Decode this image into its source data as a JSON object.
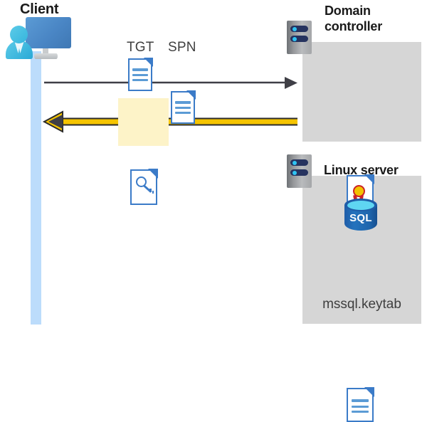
{
  "diagram": {
    "title_client": "Client",
    "title_domain_controller": "Domain controller",
    "title_linux_server": "Linux server",
    "colors": {
      "lifeline": "#bcdcfb",
      "panel_gray": "#d6d6d6",
      "highlight_yellow": "#fdf3c8",
      "arrow_gold": "#f5c400",
      "arrow_dark": "#3f3f46",
      "doc_blue": "#3b7bc8",
      "sql_blue": "#1f5da8",
      "cert_red": "#cc2127",
      "cert_gold": "#f2c200"
    }
  },
  "messages": {
    "request_labels": [
      {
        "id": "tgt",
        "label": "TGT"
      },
      {
        "id": "spn",
        "label": "SPN"
      }
    ],
    "response_label": "",
    "response_icon": "key-document-icon"
  },
  "icons": {
    "client": "user-workstation-icon",
    "domain_controller": "server-icon",
    "linux_server": "server-icon",
    "certificate": "certificate-document-icon",
    "database": "sql-database-icon",
    "keytab": "document-icon",
    "tgt": "document-icon",
    "spn": "document-icon",
    "key_doc": "key-document-icon"
  },
  "domain_controller": {
    "contents": [
      {
        "name": "certificate",
        "label": ""
      }
    ]
  },
  "linux_server": {
    "contents": [
      {
        "name": "sql-database",
        "label": "SQL"
      },
      {
        "name": "keytab-file",
        "label": "mssql.keytab"
      }
    ],
    "sql_label": "SQL",
    "keytab_label": "mssql.keytab"
  }
}
